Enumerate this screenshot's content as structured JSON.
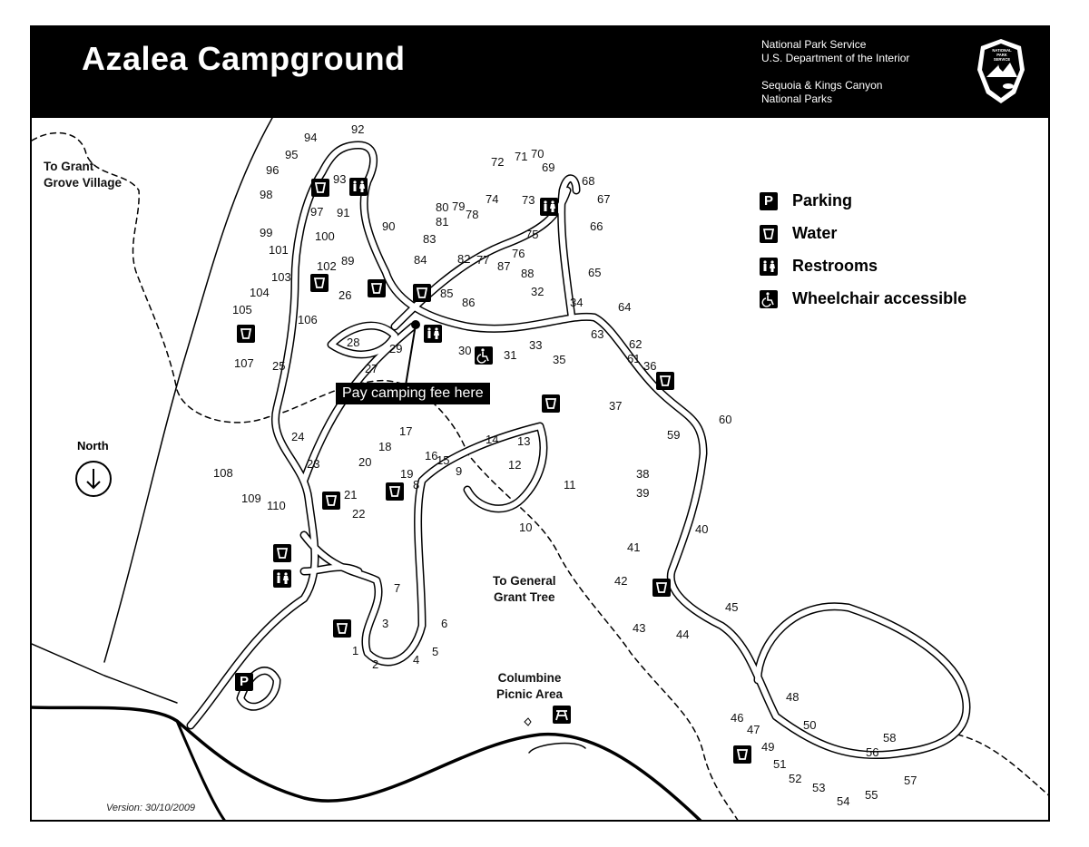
{
  "header": {
    "title": "Azalea Campground",
    "agency_lines": [
      "National Park Service",
      "U.S. Department of the Interior",
      "",
      "Sequoia & Kings Canyon",
      "National Parks"
    ],
    "logo_text": [
      "NATIONAL",
      "PARK",
      "SERVICE"
    ]
  },
  "legend": [
    {
      "icon": "parking-icon",
      "symbol": "P",
      "label": "Parking"
    },
    {
      "icon": "water-icon",
      "symbol": "",
      "label": "Water"
    },
    {
      "icon": "restrooms-icon",
      "symbol": "",
      "label": "Restrooms"
    },
    {
      "icon": "wheelchair-icon",
      "symbol": "",
      "label": "Wheelchair accessible"
    }
  ],
  "places": {
    "grant_grove": [
      "To Grant",
      "Grove Village"
    ],
    "general_grant": [
      "To General",
      "Grant Tree"
    ],
    "columbine": [
      "Columbine",
      "Picnic Area"
    ]
  },
  "fee_label": "Pay camping fee here",
  "north_label": "North",
  "version": "Version: 30/10/2009",
  "site_labels": [
    "1",
    "2",
    "3",
    "4",
    "5",
    "6",
    "7",
    "8",
    "9",
    "10",
    "11",
    "12",
    "13",
    "14",
    "15",
    "16",
    "17",
    "18",
    "19",
    "20",
    "21",
    "22",
    "23",
    "24",
    "25",
    "26",
    "27",
    "28",
    "29",
    "30",
    "31",
    "32",
    "33",
    "34",
    "35",
    "36",
    "37",
    "38",
    "39",
    "40",
    "41",
    "42",
    "43",
    "44",
    "45",
    "46",
    "47",
    "48",
    "49",
    "50",
    "51",
    "52",
    "53",
    "54",
    "55",
    "56",
    "57",
    "58",
    "59",
    "60",
    "61",
    "62",
    "63",
    "64",
    "65",
    "66",
    "67",
    "68",
    "69",
    "70",
    "71",
    "72",
    "73",
    "74",
    "75",
    "76",
    "77",
    "78",
    "79",
    "80",
    "81",
    "82",
    "83",
    "84",
    "85",
    "86",
    "87",
    "88",
    "89",
    "90",
    "91",
    "92",
    "93",
    "94",
    "95",
    "96",
    "97",
    "98",
    "99",
    "100",
    "101",
    "102",
    "103",
    "104",
    "105",
    "106",
    "107",
    "108",
    "109",
    "110"
  ],
  "map_symbols": [
    {
      "icon": "water-icon"
    },
    {
      "icon": "water-icon"
    },
    {
      "icon": "water-icon"
    },
    {
      "icon": "water-icon"
    },
    {
      "icon": "water-icon"
    },
    {
      "icon": "water-icon"
    },
    {
      "icon": "water-icon"
    },
    {
      "icon": "water-icon"
    },
    {
      "icon": "water-icon"
    },
    {
      "icon": "water-icon"
    },
    {
      "icon": "water-icon"
    },
    {
      "icon": "water-icon"
    },
    {
      "icon": "water-icon"
    },
    {
      "icon": "water-icon"
    },
    {
      "icon": "restrooms-icon"
    },
    {
      "icon": "restrooms-icon"
    },
    {
      "icon": "restrooms-icon"
    },
    {
      "icon": "restrooms-icon"
    },
    {
      "icon": "wheelchair-icon"
    },
    {
      "icon": "parking-icon",
      "symbol": "P"
    },
    {
      "icon": "picnic-table-icon"
    }
  ],
  "colors": {
    "header_bg": "#000000",
    "ink": "#111111",
    "background": "#ffffff"
  }
}
